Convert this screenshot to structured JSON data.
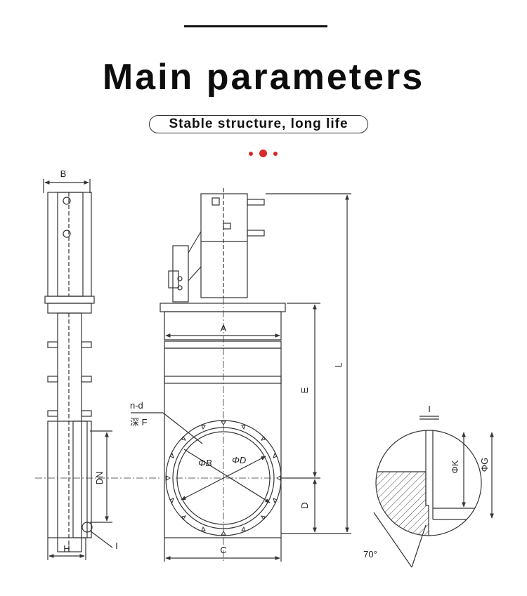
{
  "header": {
    "title": "Main parameters",
    "subtitle": "Stable structure, long life"
  },
  "colors": {
    "accent": "#d62a2a",
    "line": "#333333",
    "text": "#111111"
  },
  "drawing": {
    "labels": {
      "B": "B",
      "A": "A",
      "E": "E",
      "L": "L",
      "C": "C",
      "D": "D",
      "DN": "DN",
      "H": "H",
      "I_side": "I",
      "nd": "n-d",
      "depth": "深 F",
      "phiB": "ΦB",
      "phiD": "ΦD",
      "I_detail": "I",
      "phiK": "ΦK",
      "phiG": "ΦG",
      "angle": "70°"
    }
  }
}
